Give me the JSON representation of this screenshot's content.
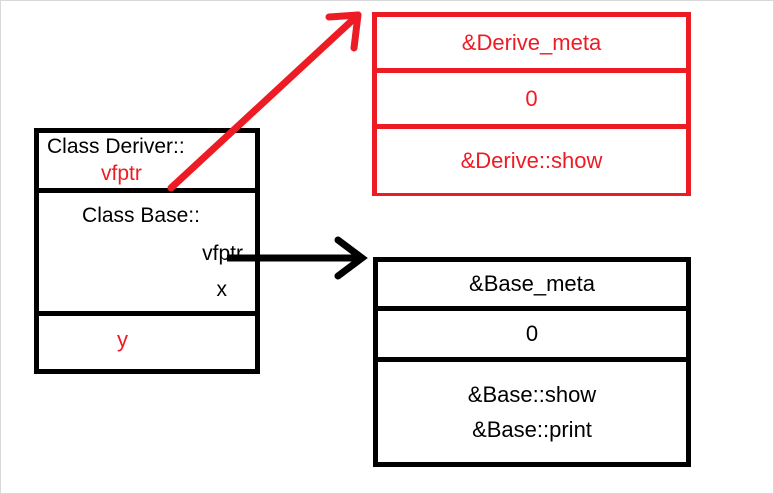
{
  "diagram": {
    "title": "C++ object layout and virtual function tables",
    "colors": {
      "black": "#000000",
      "red": "#ED1C24",
      "background": "#FFFFFF",
      "canvas_border": "#D8D8D8"
    },
    "left_object": {
      "name": "derived-object-layout",
      "cells": [
        {
          "name": "derived-part",
          "lines": [
            {
              "text": "Class Deriver::",
              "color": "black"
            },
            {
              "text": "vfptr",
              "color": "red"
            }
          ]
        },
        {
          "name": "base-part",
          "lines": [
            {
              "text": "Class Base::",
              "color": "black"
            },
            {
              "text": "vfptr",
              "color": "black"
            },
            {
              "text": "x",
              "color": "black"
            }
          ]
        },
        {
          "name": "derived-member",
          "lines": [
            {
              "text": "y",
              "color": "red"
            }
          ]
        }
      ]
    },
    "derive_vtable": {
      "name": "derive-vtable",
      "color": "red",
      "cells": [
        {
          "name": "derive-meta",
          "text": "&Derive_meta"
        },
        {
          "name": "derive-offset",
          "text": "0"
        },
        {
          "name": "derive-show",
          "text": "&Derive::show"
        }
      ]
    },
    "base_vtable": {
      "name": "base-vtable",
      "color": "black",
      "cells": [
        {
          "name": "base-meta",
          "lines": [
            "&Base_meta"
          ]
        },
        {
          "name": "base-offset",
          "lines": [
            "0"
          ]
        },
        {
          "name": "base-functions",
          "lines": [
            "&Base::show",
            "&Base::print"
          ]
        }
      ]
    },
    "arrows": [
      {
        "name": "derived-vfptr-to-derive-vtable",
        "color": "red",
        "from": "Class Deriver::vfptr",
        "to": "&Derive_meta"
      },
      {
        "name": "base-vfptr-to-base-vtable",
        "color": "black",
        "from": "Class Base::vfptr",
        "to": "&Base_meta"
      }
    ]
  }
}
